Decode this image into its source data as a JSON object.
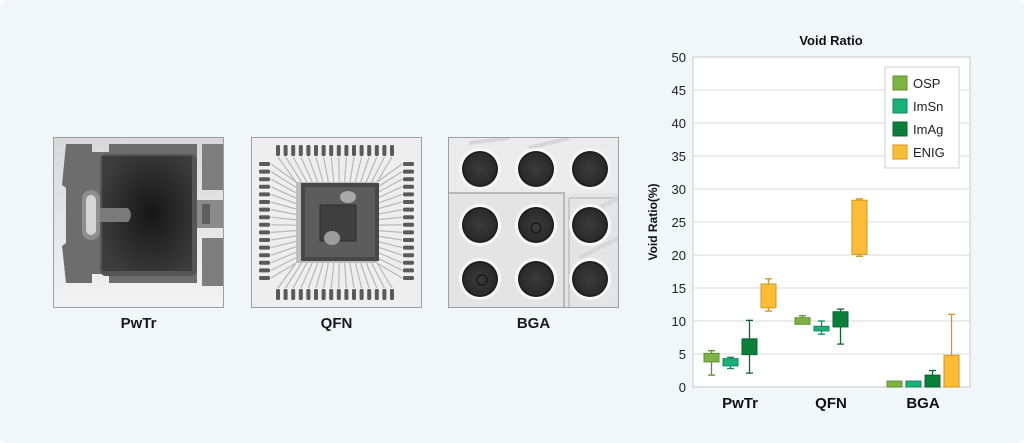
{
  "samples": [
    {
      "id": "pwtr",
      "label": "PwTr",
      "description": "X-ray image of power transistor package"
    },
    {
      "id": "qfn",
      "label": "QFN",
      "description": "X-ray image of QFN package"
    },
    {
      "id": "bga",
      "label": "BGA",
      "description": "X-ray image of BGA solder balls"
    }
  ],
  "chart_data": {
    "type": "box",
    "title": "Void Ratio",
    "xlabel": "",
    "ylabel": "Void Ratio(%)",
    "ylim": [
      0,
      50
    ],
    "yticks": [
      0,
      5,
      10,
      15,
      20,
      25,
      30,
      35,
      40,
      45,
      50
    ],
    "grid": true,
    "legend_position": "upper right",
    "categories": [
      "PwTr",
      "QFN",
      "BGA"
    ],
    "series": [
      {
        "name": "OSP",
        "color": "#7cb342",
        "stroke": "#5f8f2e",
        "values": [
          {
            "whisker_low": 1.8,
            "q1": 3.8,
            "q3": 5.1,
            "whisker_high": 5.5
          },
          {
            "whisker_low": 9.5,
            "q1": 9.5,
            "q3": 10.5,
            "whisker_high": 10.8
          },
          {
            "whisker_low": 0.0,
            "q1": 0.0,
            "q3": 0.9,
            "whisker_high": 0.9
          }
        ]
      },
      {
        "name": "ImSn",
        "color": "#19b17a",
        "stroke": "#11875d",
        "values": [
          {
            "whisker_low": 2.8,
            "q1": 3.2,
            "q3": 4.3,
            "whisker_high": 4.5
          },
          {
            "whisker_low": 8.0,
            "q1": 8.5,
            "q3": 9.2,
            "whisker_high": 10.0
          },
          {
            "whisker_low": 0.0,
            "q1": 0.0,
            "q3": 0.9,
            "whisker_high": 0.9
          }
        ]
      },
      {
        "name": "ImAg",
        "color": "#0b7f3a",
        "stroke": "#0a6430",
        "values": [
          {
            "whisker_low": 2.1,
            "q1": 4.9,
            "q3": 7.3,
            "whisker_high": 10.1
          },
          {
            "whisker_low": 6.5,
            "q1": 9.1,
            "q3": 11.4,
            "whisker_high": 11.8
          },
          {
            "whisker_low": 0.0,
            "q1": 0.0,
            "q3": 1.8,
            "whisker_high": 2.5
          }
        ]
      },
      {
        "name": "ENIG",
        "color": "#fbbd33",
        "stroke": "#d2961b",
        "values": [
          {
            "whisker_low": 11.5,
            "q1": 12.0,
            "q3": 15.6,
            "whisker_high": 16.4
          },
          {
            "whisker_low": 19.8,
            "q1": 20.1,
            "q3": 28.3,
            "whisker_high": 28.5
          },
          {
            "whisker_low": 0.0,
            "q1": 0.0,
            "q3": 4.8,
            "whisker_high": 11.0
          }
        ]
      }
    ]
  }
}
